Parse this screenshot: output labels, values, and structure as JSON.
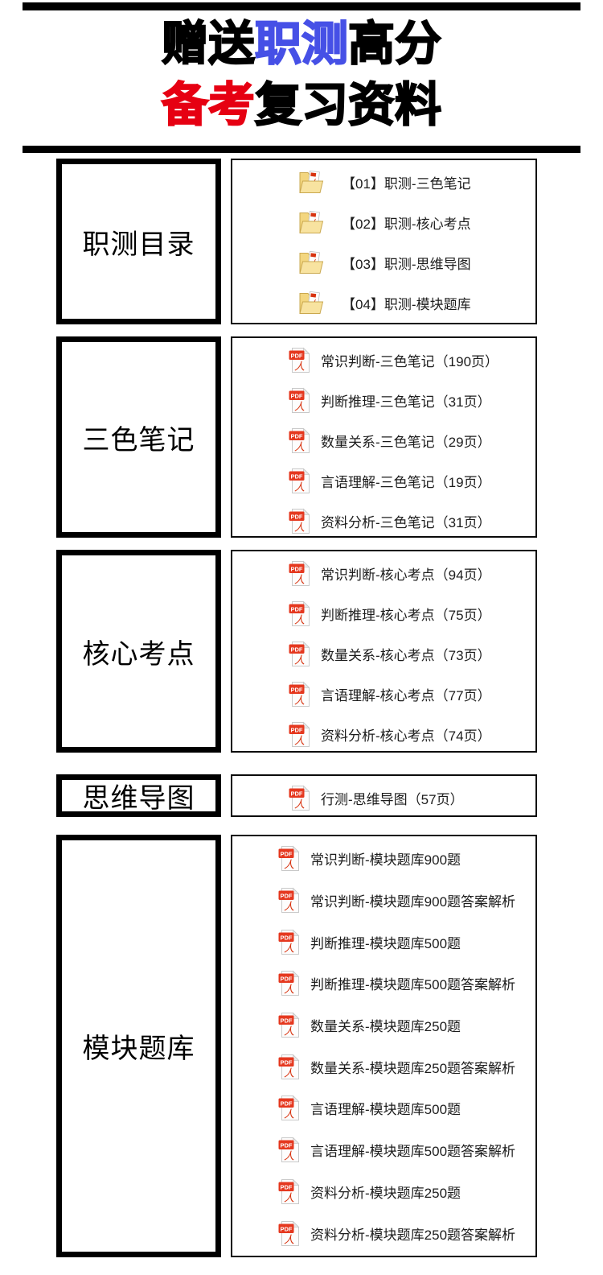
{
  "header": {
    "line1": [
      {
        "text": "赠送",
        "color": "black"
      },
      {
        "text": "职测",
        "color": "blue"
      },
      {
        "text": "高分",
        "color": "black"
      }
    ],
    "line2": [
      {
        "text": "备考",
        "color": "red"
      },
      {
        "text": "复习资料",
        "color": "black"
      }
    ]
  },
  "colors": {
    "accent_blue": "#4650e6",
    "accent_red": "#e60012",
    "pdf_red": "#e5381f",
    "folder_yellow": "#f3d67f"
  },
  "sections": [
    {
      "label": "职测目录",
      "icon": "pdf-folder-icon",
      "items": [
        "【01】职测-三色笔记",
        "【02】职测-核心考点",
        "【03】职测-思维导图",
        "【04】职测-模块题库"
      ]
    },
    {
      "label": "三色笔记",
      "icon": "pdf-file-icon",
      "items": [
        "常识判断-三色笔记（190页）",
        "判断推理-三色笔记（31页）",
        "数量关系-三色笔记（29页）",
        "言语理解-三色笔记（19页）",
        "资料分析-三色笔记（31页）"
      ]
    },
    {
      "label": "核心考点",
      "icon": "pdf-file-icon",
      "items": [
        "常识判断-核心考点（94页）",
        "判断推理-核心考点（75页）",
        "数量关系-核心考点（73页）",
        "言语理解-核心考点（77页）",
        "资料分析-核心考点（74页）"
      ]
    },
    {
      "label": "思维导图",
      "icon": "pdf-file-icon",
      "items": [
        "行测-思维导图（57页）"
      ]
    },
    {
      "label": "模块题库",
      "icon": "pdf-file-icon",
      "items": [
        "常识判断-模块题库900题",
        "常识判断-模块题库900题答案解析",
        "判断推理-模块题库500题",
        "判断推理-模块题库500题答案解析",
        "数量关系-模块题库250题",
        "数量关系-模块题库250题答案解析",
        "言语理解-模块题库500题",
        "言语理解-模块题库500题答案解析",
        "资料分析-模块题库250题",
        "资料分析-模块题库250题答案解析"
      ]
    }
  ]
}
